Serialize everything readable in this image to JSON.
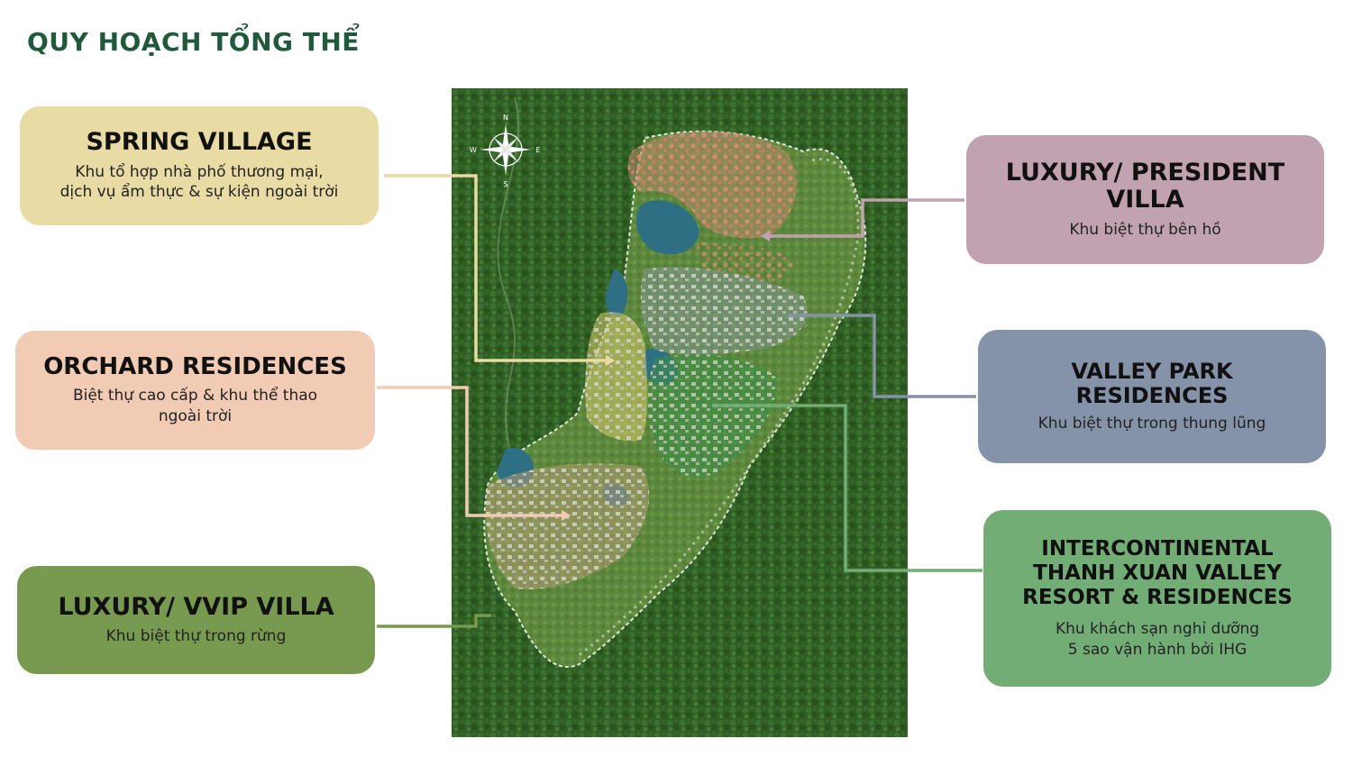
{
  "title": "QUY HOẠCH TỔNG THỂ",
  "zones": {
    "spring": {
      "name": "SPRING VILLAGE",
      "desc": "Khu tổ hợp nhà phố thương mại,\ndịch vụ ẩm thực & sự kiện ngoài trời",
      "color": "#e8dba4"
    },
    "orchard": {
      "name": "ORCHARD RESIDENCES",
      "desc": "Biệt thự cao cấp & khu thể thao\nngoài trời",
      "color": "#f1cbb3"
    },
    "vvip": {
      "name": "LUXURY/ VVIP VILLA",
      "desc": "Khu biệt thự trong rừng",
      "color": "#789a4e"
    },
    "president": {
      "name": "LUXURY/ PRESIDENT\nVILLA",
      "desc": "Khu biệt thự bên hồ",
      "color": "#c1a2b1"
    },
    "valley": {
      "name": "VALLEY PARK\nRESIDENCES",
      "desc": "Khu biệt thự trong thung lũng",
      "color": "#8593a9"
    },
    "intercontinental": {
      "name": "INTERCONTINENTAL\nTHANH XUAN VALLEY\nRESORT & RESIDENCES",
      "desc": "Khu khách sạn nghỉ dưỡng\n5 sao vận hành bởi IHG",
      "color": "#73ad76"
    }
  },
  "compass": {
    "n": "N",
    "s": "S",
    "e": "E",
    "w": "W"
  },
  "colors": {
    "title": "#1f5a3c",
    "forest": "#2f5e23",
    "water": "#2f6f84",
    "site_outline": "#e9efe3"
  }
}
